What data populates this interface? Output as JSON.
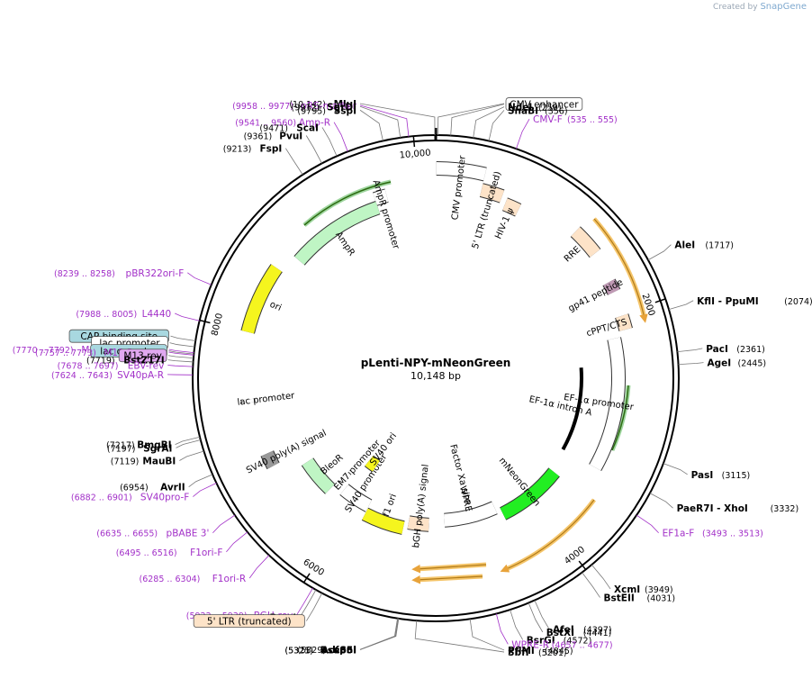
{
  "brand": {
    "prefix": "Created by",
    "name": "SnapGene"
  },
  "plasmid": {
    "name": "pLenti-NPY-mNeonGreen",
    "size": "10,148 bp",
    "length": 10148
  },
  "ticks": [
    {
      "pos": 10000,
      "label": "10,000"
    },
    {
      "pos": 2000,
      "label": "2000"
    },
    {
      "pos": 4000,
      "label": "4000"
    },
    {
      "pos": 6000,
      "label": "6000"
    },
    {
      "pos": 8000,
      "label": "8000"
    }
  ],
  "features": [
    {
      "name": "CMV promoter",
      "start": 5,
      "end": 384,
      "color": "#ffffff"
    },
    {
      "name": "5' LTR (truncated)",
      "start": 385,
      "end": 565,
      "color": "#fde3c8"
    },
    {
      "name": "HIV-1 ψ",
      "start": 612,
      "end": 737,
      "color": "#fde3c8"
    },
    {
      "name": "RRE",
      "start": 1230,
      "end": 1463,
      "color": "#fde3c8"
    },
    {
      "name": "gp41 peptide",
      "start": 1720,
      "end": 1810,
      "color": "#c09ab5"
    },
    {
      "name": "cPPT/CTS",
      "start": 2015,
      "end": 2132,
      "color": "#fde3c8"
    },
    {
      "name": "EF-1α promoter",
      "start": 2184,
      "end": 3361,
      "color": "#ffffff"
    },
    {
      "name": "EF-1α intron A",
      "start": 2420,
      "end": 3361,
      "color": "#000000"
    },
    {
      "name": "mNeonGreen",
      "start": 3620,
      "end": 4330,
      "color": "#22ee22"
    },
    {
      "name": "WPRE",
      "start": 4385,
      "end": 4975,
      "color": "#ffffff"
    },
    {
      "name": "Factor Xa site",
      "start": 4660,
      "end": 4672,
      "color": "#888888"
    },
    {
      "name": "bGH poly(A) signal",
      "start": 5150,
      "end": 5374,
      "color": "#fde3c8"
    },
    {
      "name": "f1 ori",
      "start": 5420,
      "end": 5849,
      "color": "#f5f51e"
    },
    {
      "name": "SV40 promoter",
      "start": 5855,
      "end": 6185,
      "color": "#ffffff"
    },
    {
      "name": "EM7 promoter",
      "start": 6237,
      "end": 6285,
      "color": "#ffffff"
    },
    {
      "name": "SV40 ori",
      "start": 6035,
      "end": 6171,
      "color": "#f5f51e"
    },
    {
      "name": "BleoR",
      "start": 6305,
      "end": 6679,
      "color": "#bff5c4"
    },
    {
      "name": "SV40 poly(A) signal",
      "start": 6812,
      "end": 6933,
      "color": "#999999"
    },
    {
      "name": "lac promoter",
      "start": 7400,
      "end": 7430,
      "color": "#ffffff"
    },
    {
      "name": "ori",
      "start": 8000,
      "end": 8589,
      "color": "#f5f51e"
    },
    {
      "name": "AmpR",
      "start": 8760,
      "end": 9620,
      "color": "#bff5c4"
    },
    {
      "name": "AmpR promoter",
      "start": 9620,
      "end": 9724,
      "color": "#ffffff"
    }
  ],
  "left_labels": [
    {
      "pos": 10142,
      "text": "MluI",
      "num": "(10,142)",
      "kind": "enzyme"
    },
    {
      "pos": 9968,
      "text": "pRS-marker",
      "num": "(9958 .. 9977)",
      "kind": "primer"
    },
    {
      "pos": 9912,
      "text": "SgrDI",
      "num": "(9912)",
      "kind": "enzyme"
    },
    {
      "pos": 9795,
      "text": "SspI",
      "num": "(9795)",
      "kind": "enzyme"
    },
    {
      "pos": 9550,
      "text": "Amp-R",
      "num": "(9541 .. 9560)",
      "kind": "primer"
    },
    {
      "pos": 9471,
      "text": "ScaI",
      "num": "(9471)",
      "kind": "enzyme"
    },
    {
      "pos": 9361,
      "text": "PvuI",
      "num": "(9361)",
      "kind": "enzyme"
    },
    {
      "pos": 9213,
      "text": "FspI",
      "num": "(9213)",
      "kind": "enzyme"
    },
    {
      "pos": 8248,
      "text": "pBR322ori-F",
      "num": "(8239 .. 8258)",
      "kind": "primer"
    },
    {
      "pos": 7996,
      "text": "L4440",
      "num": "(7988 .. 8005)",
      "kind": "primer"
    },
    {
      "pos": 7860,
      "text": "CAP binding site",
      "kind": "box",
      "color": "#a8d8e0"
    },
    {
      "pos": 7820,
      "text": "lac promoter",
      "kind": "box",
      "color": "#ffffff"
    },
    {
      "pos": 7781,
      "text": "M13/pUC Reverse",
      "num": "(7770 .. 7792)",
      "kind": "primer"
    },
    {
      "pos": 7772,
      "text": "lac operator",
      "kind": "box",
      "color": "#a8d8e0"
    },
    {
      "pos": 7765,
      "text": "M13 Reverse",
      "num": "(7757 .. 7773)",
      "kind": "primer"
    },
    {
      "pos": 7745,
      "text": "M13 rev",
      "kind": "box",
      "color": "#e0a8f0"
    },
    {
      "pos": 7719,
      "text": "BstZ17I",
      "num": "(7719)",
      "kind": "enzyme"
    },
    {
      "pos": 7688,
      "text": "EBV-rev",
      "num": "(7678 .. 7697)",
      "kind": "primer"
    },
    {
      "pos": 7633,
      "text": "SV40pA-R",
      "num": "(7624 .. 7643)",
      "kind": "primer"
    },
    {
      "pos": 7217,
      "text": "BmgBI",
      "num": "(7217)",
      "kind": "enzyme"
    },
    {
      "pos": 7197,
      "text": "SgrAI",
      "num": "(7197)",
      "kind": "enzyme"
    },
    {
      "pos": 7119,
      "text": "MauBI",
      "num": "(7119)",
      "kind": "enzyme"
    },
    {
      "pos": 6954,
      "text": "AvrII",
      "num": "(6954)",
      "kind": "enzyme"
    },
    {
      "pos": 6891,
      "text": "SV40pro-F",
      "num": "(6882 .. 6901)",
      "kind": "primer"
    },
    {
      "pos": 6645,
      "text": "pBABE 3'",
      "num": "(6635 .. 6655)",
      "kind": "primer"
    },
    {
      "pos": 6505,
      "text": "F1ori-F",
      "num": "(6495 .. 6516)",
      "kind": "primer"
    },
    {
      "pos": 6294,
      "text": "F1ori-R",
      "num": "(6285 .. 6304)",
      "kind": "primer"
    },
    {
      "pos": 5930,
      "text": "BGH-rev",
      "num": "(5922 .. 5939)",
      "kind": "primer"
    },
    {
      "pos": 5906,
      "text": "PmeI",
      "num": "(5906)",
      "kind": "enzyme"
    },
    {
      "pos": 5860,
      "text": "5' LTR (truncated)",
      "kind": "box",
      "color": "#fde3c8"
    },
    {
      "pos": 5329,
      "text": "KpnI",
      "num": "(5329)",
      "kind": "enzyme"
    },
    {
      "pos": 5325,
      "text": "Acc65I",
      "num": "(5325)",
      "kind": "enzyme"
    },
    {
      "pos": 5321,
      "text": "Bsu36I",
      "num": "(5321)",
      "kind": "enzyme"
    }
  ],
  "right_labels": [
    {
      "pos": 15,
      "text": "SpeI",
      "num": "(15)",
      "kind": "enzyme"
    },
    {
      "pos": 100,
      "text": "CMV enhancer",
      "kind": "box",
      "color": "#ffffff"
    },
    {
      "pos": 250,
      "text": "NdeI",
      "num": "(250)",
      "kind": "enzyme"
    },
    {
      "pos": 356,
      "text": "SnaBI",
      "num": "(356)",
      "kind": "enzyme"
    },
    {
      "pos": 545,
      "text": "CMV-F",
      "num": "(535 .. 555)",
      "kind": "primer"
    },
    {
      "pos": 1717,
      "text": "AleI",
      "num": "(1717)",
      "kind": "enzyme"
    },
    {
      "pos": 2074,
      "text": "KflI  - PpuMI",
      "num": "(2074)",
      "kind": "enzyme"
    },
    {
      "pos": 2361,
      "text": "PacI",
      "num": "(2361)",
      "kind": "enzyme"
    },
    {
      "pos": 2445,
      "text": "AgeI",
      "num": "(2445)",
      "kind": "enzyme"
    },
    {
      "pos": 3115,
      "text": "PasI",
      "num": "(3115)",
      "kind": "enzyme"
    },
    {
      "pos": 3332,
      "text": "PaeR7I  - XhoI",
      "num": "(3332)",
      "kind": "enzyme"
    },
    {
      "pos": 3503,
      "text": "EF1a-F",
      "num": "(3493 .. 3513)",
      "kind": "primer"
    },
    {
      "pos": 3949,
      "text": "XcmI",
      "num": "(3949)",
      "kind": "enzyme"
    },
    {
      "pos": 4031,
      "text": "BstEII",
      "num": "(4031)",
      "kind": "enzyme"
    },
    {
      "pos": 4397,
      "text": "AfeI",
      "num": "(4397)",
      "kind": "enzyme"
    },
    {
      "pos": 4441,
      "text": "BstXI",
      "num": "(4441)",
      "kind": "enzyme"
    },
    {
      "pos": 4572,
      "text": "BsrGI",
      "num": "(4572)",
      "kind": "enzyme"
    },
    {
      "pos": 4667,
      "text": "WPRE-R",
      "num": "(4657 .. 4677)",
      "kind": "primer"
    },
    {
      "pos": 4845,
      "text": "PflMI",
      "num": "(4845)",
      "kind": "enzyme"
    },
    {
      "pos": 5201,
      "text": "SbfI",
      "num": "(5201)",
      "kind": "enzyme"
    }
  ]
}
